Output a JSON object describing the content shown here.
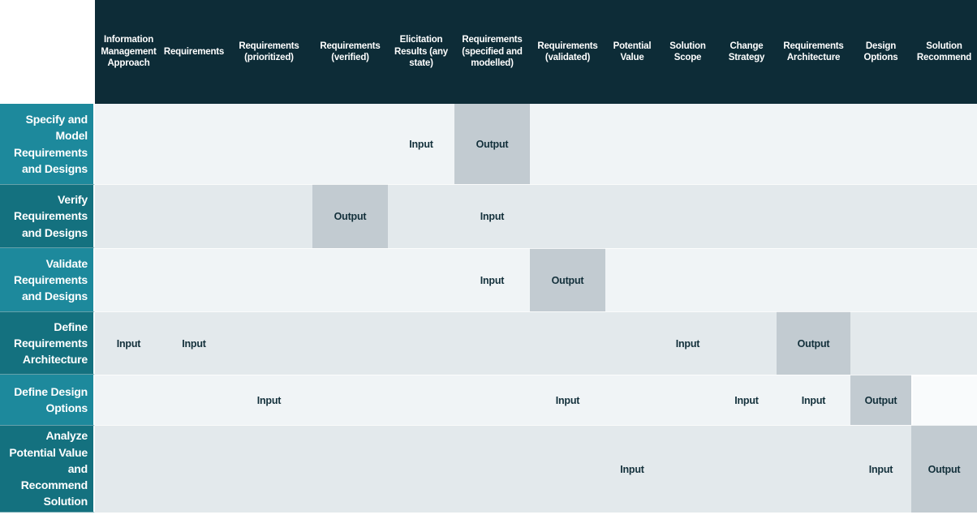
{
  "matrix": {
    "columns": [
      "Information Management Approach",
      "Requirements",
      "Requirements (prioritized)",
      "Requirements (verified)",
      "Elicitation Results (any state)",
      "Requirements (specified and modelled)",
      "Requirements (validated)",
      "Potential Value",
      "Solution Scope",
      "Change Strategy",
      "Requirements Architecture",
      "Design Options",
      "Solution Recommend"
    ],
    "rows": [
      {
        "label": "Specify and Model Requirements and Designs",
        "cells": [
          null,
          null,
          null,
          null,
          "Input",
          "Output",
          null,
          null,
          null,
          null,
          null,
          null,
          null
        ]
      },
      {
        "label": "Verify Requirements and Designs",
        "cells": [
          null,
          null,
          null,
          "Output",
          null,
          "Input",
          null,
          null,
          null,
          null,
          null,
          null,
          null
        ]
      },
      {
        "label": "Validate Requirements and Designs",
        "cells": [
          null,
          null,
          null,
          null,
          null,
          "Input",
          "Output",
          null,
          null,
          null,
          null,
          null,
          null
        ]
      },
      {
        "label": "Define Requirements Architecture",
        "cells": [
          "Input",
          "Input",
          null,
          null,
          null,
          null,
          null,
          null,
          "Input",
          null,
          "Output",
          null,
          null
        ]
      },
      {
        "label": "Define Design Options",
        "cells": [
          null,
          null,
          "Input",
          null,
          null,
          null,
          "Input",
          null,
          null,
          "Input",
          "Input",
          "Output",
          null
        ]
      },
      {
        "label": "Analyze Potential Value and Recommend Solution",
        "cells": [
          null,
          null,
          null,
          null,
          null,
          null,
          null,
          "Input",
          null,
          null,
          null,
          "Input",
          "Output"
        ]
      }
    ],
    "white_cells": [
      {
        "row": 4,
        "col": 12
      }
    ]
  },
  "colors": {
    "header_bg": "#0d2c37",
    "teal_light": "#1d899c",
    "teal_dark": "#14717f",
    "row_light": "#f0f4f6",
    "row_dark": "#e3e9ec",
    "output_bg": "#c2cbd1",
    "cell_text": "#13303b",
    "white_cell": "#f9fbfc"
  }
}
